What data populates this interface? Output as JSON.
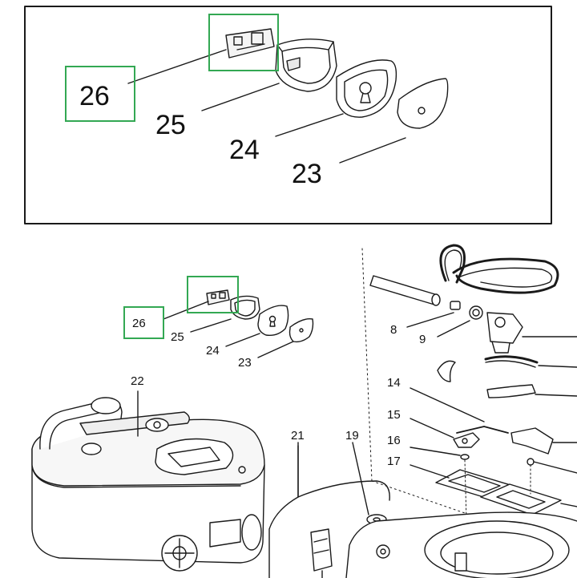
{
  "colors": {
    "line": "#1a1a1a",
    "highlight": "#33a853",
    "part_fill": "#ffffff",
    "part_shade": "#e9e9e9"
  },
  "inset": {
    "callouts": {
      "c26": "26",
      "c25": "25",
      "c24": "24",
      "c23": "23"
    }
  },
  "main": {
    "callouts": {
      "c26": "26",
      "c25": "25",
      "c24": "24",
      "c23": "23",
      "c22": "22",
      "c21": "21",
      "c19": "19",
      "c17": "17",
      "c16": "16",
      "c15": "15",
      "c14": "14",
      "c9": "9",
      "c8": "8"
    }
  }
}
